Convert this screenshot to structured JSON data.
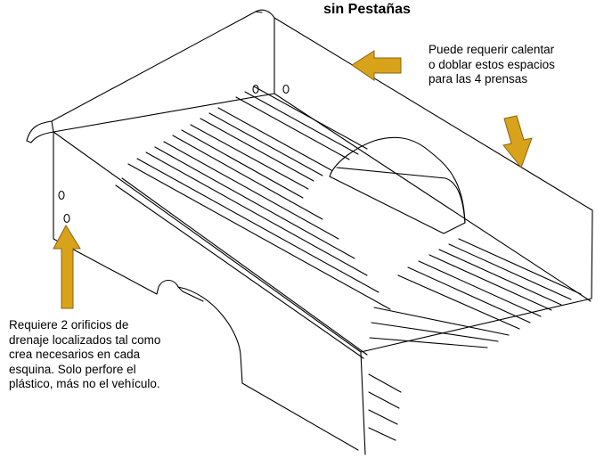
{
  "title": "sin Pestañas",
  "notes": {
    "clamp_note": {
      "lines": [
        "Puede requerir calentar",
        "o doblar estos espacios",
        "para las 4 prensas"
      ]
    },
    "drain_note": {
      "lines": [
        "Requiere 2 orificios de",
        "drenaje localizados tal como",
        "crea necesarios en cada",
        "esquina. Solo perfore el",
        "plástico, más no el vehículo."
      ]
    }
  },
  "colors": {
    "arrow_fill": "#D9A21B",
    "arrow_stroke": "#8A6410",
    "line": "#000000",
    "background": "#FFFFFF"
  }
}
